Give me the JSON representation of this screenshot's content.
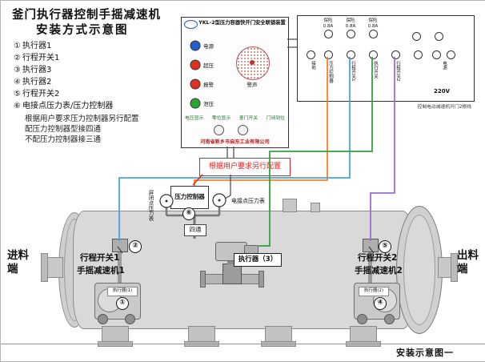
{
  "title": {
    "line1": "釜门执行器控制手摇减速机",
    "line2": "安装方式示意图"
  },
  "legend": {
    "items": [
      {
        "num": "①",
        "label": "执行器1"
      },
      {
        "num": "②",
        "label": "行程开关1"
      },
      {
        "num": "③",
        "label": "执行器3"
      },
      {
        "num": "④",
        "label": "执行器2"
      },
      {
        "num": "⑤",
        "label": "行程开关2"
      },
      {
        "num": "⑥",
        "label": "电接点压力表/压力控制器"
      }
    ],
    "notes": [
      "根据用户要求压力控制器另行配置",
      "配压力控制器型接四通",
      "不配压力控制器接三通"
    ]
  },
  "control_box": {
    "title": "YKL-2型压力容器快开门安全联锁装置",
    "indicators": [
      {
        "color": "#1f5fd0",
        "label": "电源"
      },
      {
        "color": "#e03020",
        "label": "超压"
      },
      {
        "color": "#e03020",
        "label": "报警"
      },
      {
        "color": "#28a832",
        "label": "泄压"
      }
    ],
    "speaker_label": "警声",
    "status_labels": [
      "电压显示",
      "零位显示",
      "釜门开关",
      "门闭到位"
    ],
    "company": "河南省新乡市启东工业有限公司"
  },
  "panel": {
    "fuses": [
      {
        "label": "保险",
        "rating": "0.8A"
      },
      {
        "label": "保险",
        "rating": "0.8A"
      },
      {
        "label": "保险",
        "rating": "0.8A"
      }
    ],
    "terminals": [
      {
        "label": "接地"
      },
      {
        "label": "压力控制器"
      },
      {
        "label": "行程开关1"
      },
      {
        "label": "执行开关"
      },
      {
        "label": "行程开关2"
      },
      {
        "label": "电源"
      }
    ],
    "voltage": "220V",
    "note": "控制电动减速机开门2根线"
  },
  "pressure_group": {
    "config_note": "根据用户要求另行配置",
    "controller": "压力控制器",
    "controller_num": "⑥",
    "left_gauge_label": "屏闭点压力表",
    "right_gauge_label": "电接点压力表",
    "fitting": "四通"
  },
  "tank": {
    "feed_end": "进料端",
    "discharge_end": "出料端",
    "left_switch": "行程开关1",
    "left_reducer": "手摇减速机1",
    "right_switch": "行程开关2",
    "right_reducer": "手摇减速机2",
    "center_actuator": "执行器（3）",
    "left_machine_tag": "执行器(1)",
    "right_machine_tag": "执行器(2)",
    "num_1": "①",
    "num_2": "②",
    "num_4": "④",
    "num_5": "⑤"
  },
  "caption": "安装示意图一",
  "wire_colors": {
    "orange": "#f58220",
    "blue": "#4aa3dd",
    "green": "#2fa43c",
    "purple": "#9a6dd7",
    "red": "#e02020",
    "dark": "#444444"
  }
}
